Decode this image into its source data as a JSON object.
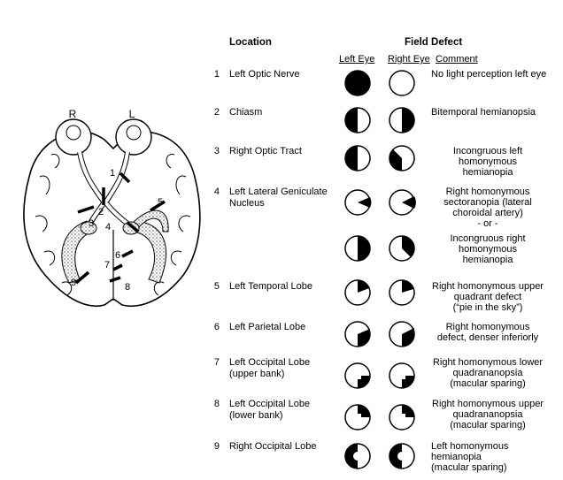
{
  "header": {
    "location": "Location",
    "field_defect": "Field Defect",
    "left_eye": "Left Eye",
    "right_eye": "Right Eye",
    "comment": "Comment"
  },
  "brain": {
    "labels": {
      "right": "R",
      "left": "L"
    },
    "markers": [
      "1",
      "2",
      "3",
      "4",
      "5",
      "6",
      "7",
      "8",
      "9"
    ]
  },
  "rows": [
    {
      "num": "1",
      "location": [
        "Left Optic Nerve"
      ],
      "comment": [
        "No light perception left eye"
      ]
    },
    {
      "num": "2",
      "location": [
        "Chiasm"
      ],
      "comment": [
        "Bitemporal hemianopsia"
      ]
    },
    {
      "num": "3",
      "location": [
        "Right Optic Tract"
      ],
      "comment": [
        "Incongruous left",
        "homonymous",
        "hemianopia"
      ]
    },
    {
      "num": "4",
      "location": [
        "Left Lateral Geniculate",
        "Nucleus"
      ],
      "comment": [
        "Right homonymous",
        "sectoranopia (lateral",
        "choroidal artery)",
        "- or -"
      ]
    },
    {
      "num": "",
      "location": [],
      "comment": [
        "Incongruous right",
        "homonymous",
        "hemianopia"
      ]
    },
    {
      "num": "5",
      "location": [
        "Left Temporal Lobe"
      ],
      "comment": [
        "Right homonymous upper",
        "quadrant defect",
        "(“pie in the sky”)"
      ]
    },
    {
      "num": "6",
      "location": [
        "Left Parietal Lobe"
      ],
      "comment": [
        "Right homonymous",
        "defect, denser inferiorly"
      ]
    },
    {
      "num": "7",
      "location": [
        "Left Occipital Lobe",
        "(upper bank)"
      ],
      "comment": [
        "Right homonymous lower",
        "quadrananopsia",
        "(macular sparing)"
      ]
    },
    {
      "num": "8",
      "location": [
        "Left Occipital Lobe",
        "(lower bank)"
      ],
      "comment": [
        "Right homonymous upper",
        "quadrananopsia",
        "(macular sparing)"
      ]
    },
    {
      "num": "9",
      "location": [
        "Right Occipital Lobe"
      ],
      "comment": [
        "Left homonymous",
        "hemianopia",
        "(macular sparing)"
      ]
    }
  ]
}
